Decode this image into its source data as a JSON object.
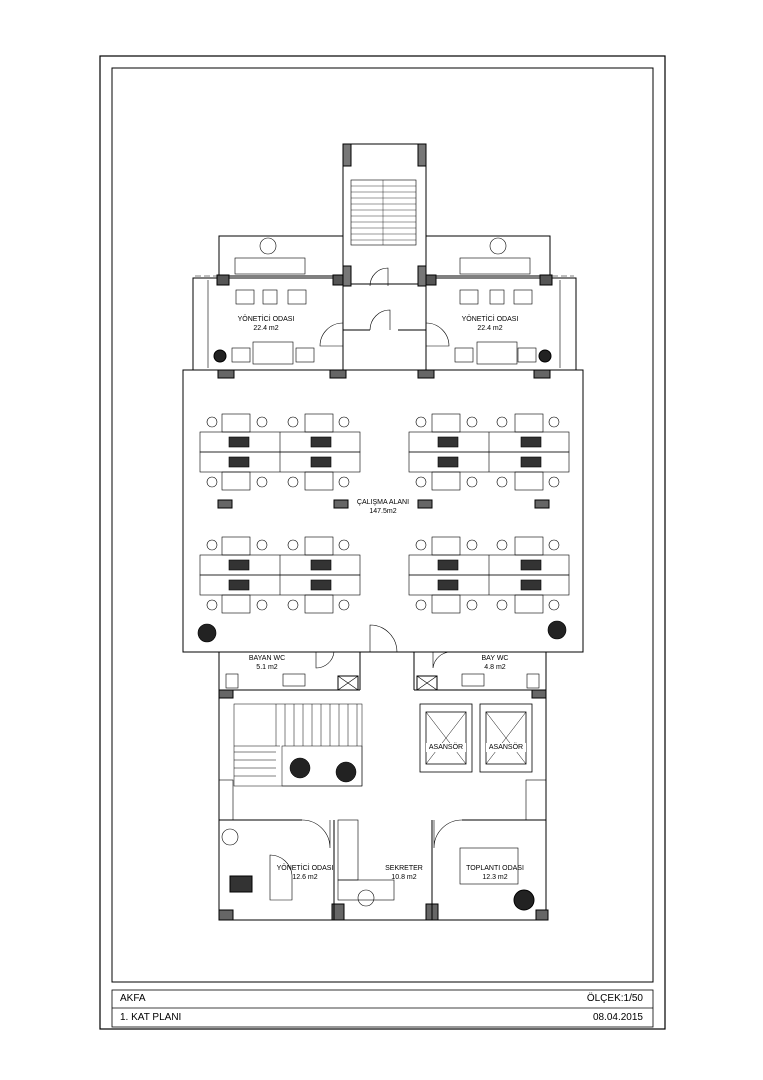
{
  "title_block": {
    "project": "AKFA",
    "scale": "ÖLÇEK:1/50",
    "sheet_title": "1. KAT PLANI",
    "date": "08.04.2015"
  },
  "rooms": {
    "manager_left": {
      "name": "YÖNETİCİ ODASI",
      "area": "22.4 m2"
    },
    "manager_right": {
      "name": "YÖNETİCİ ODASI",
      "area": "22.4 m2"
    },
    "work_area": {
      "name": "ÇALIŞMA ALANI",
      "area": "147.5m2"
    },
    "women_wc": {
      "name": "BAYAN WC",
      "area": "5.1 m2"
    },
    "men_wc": {
      "name": "BAY WC",
      "area": "4.8 m2"
    },
    "manager_small": {
      "name": "YÖNETİCİ ODASI",
      "area": "12.6 m2"
    },
    "secretary": {
      "name": "SEKRETER",
      "area": "10.8 m2"
    },
    "meeting": {
      "name": "TOPLANTI ODASI",
      "area": "12.3 m2"
    },
    "elevator_left": {
      "name": "ASANSÖR"
    },
    "elevator_right": {
      "name": "ASANSÖR"
    }
  }
}
